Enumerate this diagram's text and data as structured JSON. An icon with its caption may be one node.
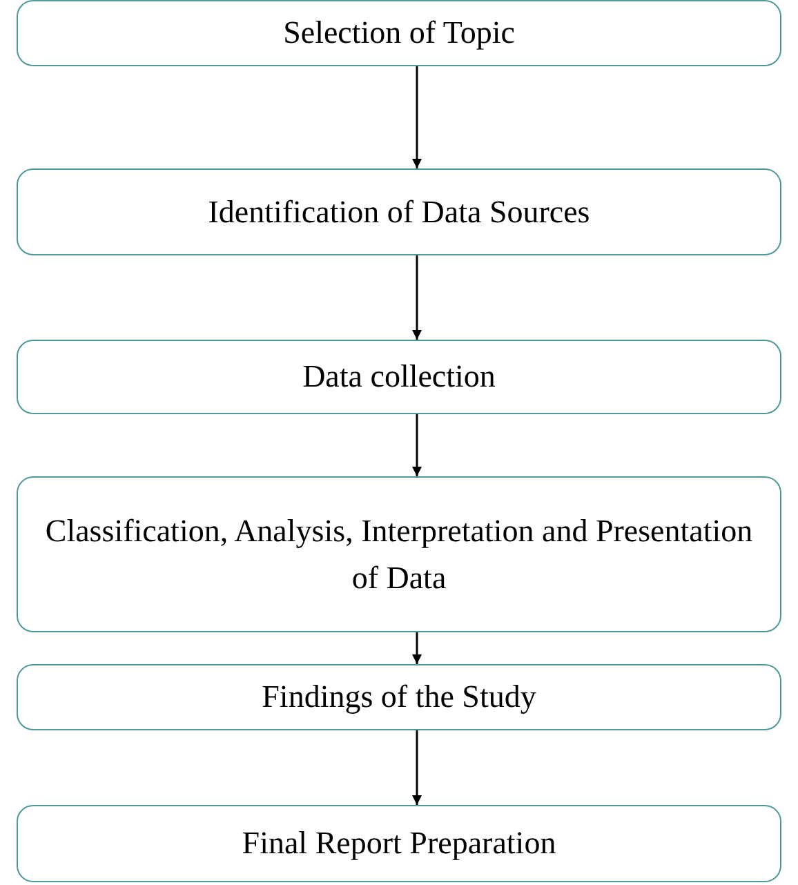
{
  "diagram": {
    "nodes": [
      {
        "text": [
          "Selection of Topic"
        ]
      },
      {
        "text": [
          "Identification of Data Sources"
        ]
      },
      {
        "text": [
          "Data collection"
        ]
      },
      {
        "text": [
          "Classification, Analysis, Interpretation and Presentation of Data"
        ]
      },
      {
        "text": [
          "Findings of the Study"
        ]
      },
      {
        "text": [
          "Final Report Preparation"
        ]
      }
    ],
    "edges": [
      {
        "from": 0,
        "to": 1,
        "arrow": "to"
      },
      {
        "from": 1,
        "to": 2,
        "arrow": "to"
      },
      {
        "from": 2,
        "to": 3,
        "arrow": "to"
      },
      {
        "from": 3,
        "to": 4,
        "arrow": "to"
      },
      {
        "from": 4,
        "to": 5,
        "arrow": "to"
      }
    ]
  }
}
